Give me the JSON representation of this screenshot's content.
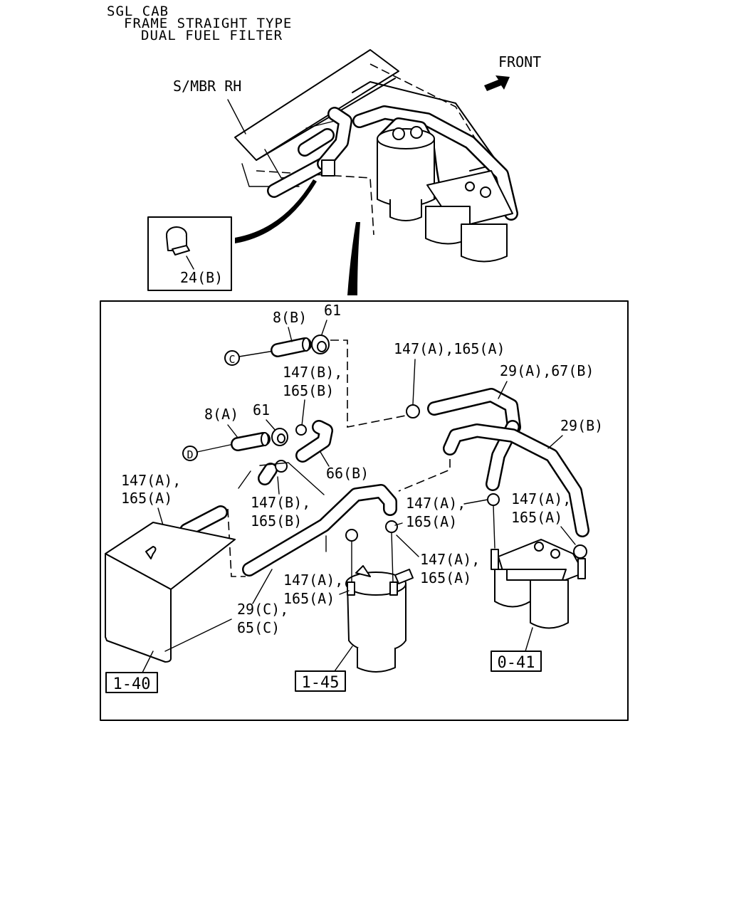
{
  "header": {
    "line1": "SGL CAB",
    "line2": "FRAME STRAIGHT TYPE",
    "line3": "DUAL FUEL FILTER"
  },
  "overview": {
    "frame_label": "S/MBR RH",
    "front_label": "FRONT"
  },
  "inset": {
    "clip_label": "24(B)"
  },
  "markers": {
    "c": "C",
    "d": "D"
  },
  "callouts": {
    "hose_8b": "8(B)",
    "clip_61_top": "61",
    "clamp_top_right": "147(A),165(A)",
    "clamp_147b_1": "147(B),",
    "clamp_165b_1": "165(B)",
    "hose_29a": "29(A),67(B)",
    "hose_8a": "8(A)",
    "clip_61_mid": "61",
    "hose_29b": "29(B)",
    "hose_66b": "66(B)",
    "clamp_147a_left": "147(A),",
    "clamp_165a_left": "165(A)",
    "clamp_147b_2": "147(B),",
    "clamp_165b_2": "165(B)",
    "clamp_147a_center": "147(A),",
    "clamp_165a_center": "165(A)",
    "clamp_147a_right": "147(A),",
    "clamp_165a_right": "165(A)",
    "clamp_147a_lower": "147(A),",
    "clamp_165a_lower": "165(A)",
    "clamp_147a_bottom": "147(A),",
    "clamp_165a_bottom": "165(A)",
    "hose_29c": "29(C),",
    "hose_65c": "65(C)"
  },
  "references": {
    "tank": "1-40",
    "filter_single": "1-45",
    "filter_dual": "0-41"
  }
}
